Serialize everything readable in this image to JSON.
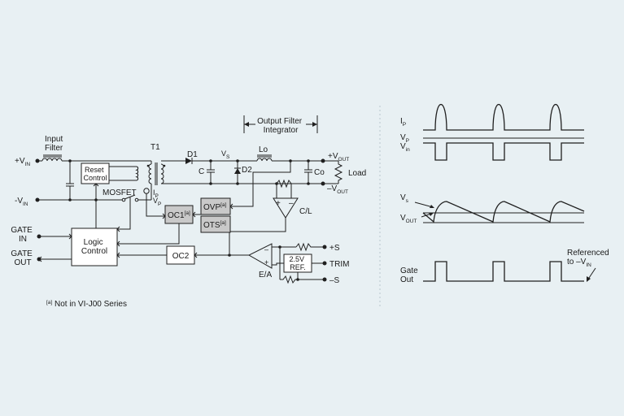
{
  "schematic": {
    "input_filter_line1": "Input",
    "input_filter_line2": "Filter",
    "t1": "T1",
    "d1": "D1",
    "d2": "D2",
    "vs_main": "V",
    "vs_sub": "S",
    "lo": "Lo",
    "c": "C",
    "co": "Co",
    "load": "Load",
    "output_filter_line1": "Output Filter",
    "output_filter_line2": "Integrator",
    "plus_vin_main": "+V",
    "plus_vin_sub": "IN",
    "minus_vin_main": "-V",
    "minus_vin_sub": "IN",
    "plus_vout_main": "+V",
    "plus_vout_sub": "OUT",
    "minus_vout_main": "–V",
    "minus_vout_sub": "OUT",
    "reset_control_line1": "Reset",
    "reset_control_line2": "Control",
    "mosfet": "MOSFET",
    "ip_main": "I",
    "ip_sub": "P",
    "vp_main": "V",
    "vp_sub": "P",
    "oc1_main": "OC1",
    "oc1_note": "[a]",
    "ovp_main": "OVP",
    "ovp_note": "[a]",
    "ots_main": "OTS",
    "ots_note": "[a]",
    "cl": "C/L",
    "gate_in_line1": "GATE",
    "gate_in_line2": "IN",
    "gate_out_line1": "GATE",
    "gate_out_line2": "OUT",
    "logic_control_line1": "Logic",
    "logic_control_line2": "Control",
    "oc2": "OC2",
    "ea": "E/A",
    "ref_line1": "2.5V",
    "ref_line2": "REF.",
    "plus_s": "+S",
    "trim": "TRIM",
    "minus_s": "–S",
    "opamp_plus": "+",
    "opamp_minus": "–",
    "footnote_mark": "[a]",
    "footnote_text": " Not in VI-J00 Series"
  },
  "waveforms": {
    "ip_main": "I",
    "ip_sub": "P",
    "vp_main": "V",
    "vp_sub": "P",
    "vin_main": "V",
    "vin_sub": "in",
    "vs_main": "V",
    "vs_sub": "s",
    "vout_main": "V",
    "vout_sub": "OUT",
    "gate_out_line1": "Gate",
    "gate_out_line2": "Out",
    "referenced_line1": "Referenced",
    "referenced_main": "to –V",
    "referenced_sub": "IN"
  }
}
